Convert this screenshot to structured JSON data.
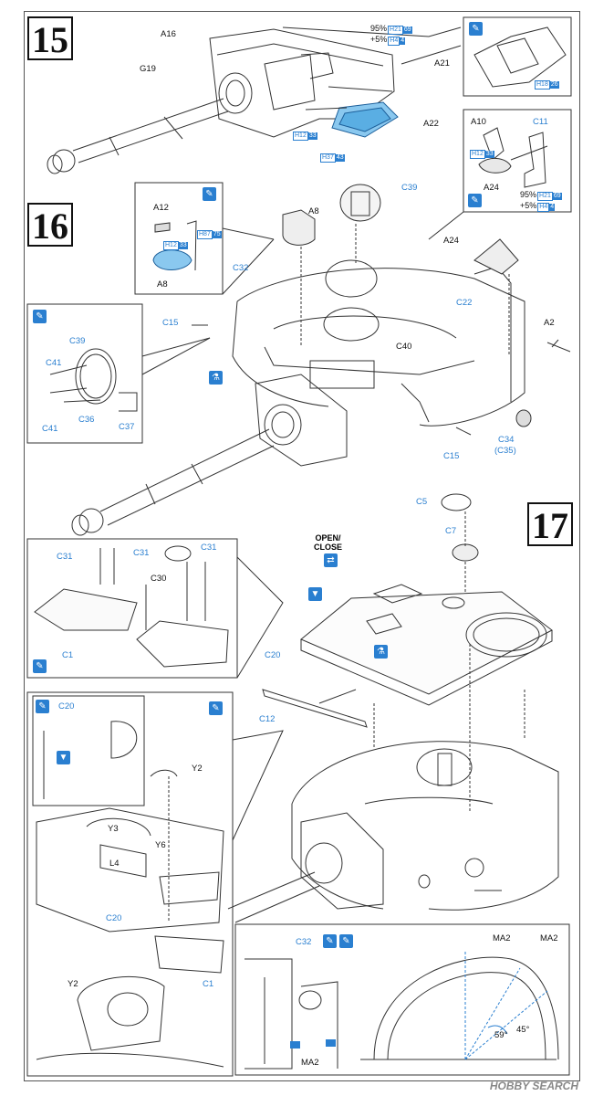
{
  "steps": [
    "15",
    "16",
    "17"
  ],
  "labels": {
    "a16": "A16",
    "g19": "G19",
    "a21": "A21",
    "a22": "A22",
    "a10": "A10",
    "c11": "C11",
    "a24_top": "A24",
    "a12": "A12",
    "a8_inset": "A8",
    "a8": "A8",
    "c39": "C39",
    "c32": "C32",
    "c15_top": "C15",
    "c22": "C22",
    "a24": "A24",
    "a2": "A2",
    "c40": "C40",
    "c39_inset": "C39",
    "c41_a": "C41",
    "c41_b": "C41",
    "c36": "C36",
    "c37": "C37",
    "c34": "C34",
    "c35": "(C35)",
    "c15_bottom": "C15",
    "c5": "C5",
    "c7": "C7",
    "open_close": "OPEN/\nCLOSE",
    "c31_a": "C31",
    "c31_b": "C31",
    "c31_c": "C31",
    "c30": "C30",
    "c1_top": "C1",
    "c20": "C20",
    "c12": "C12",
    "c20_inset": "C20",
    "y2_top": "Y2",
    "y3": "Y3",
    "y6": "Y6",
    "l4": "L4",
    "c20_low": "C20",
    "c1_low": "C1",
    "y2_low": "Y2",
    "c32_low": "C32",
    "ma2_left": "MA2",
    "ma2_top1": "MA2",
    "ma2_top2": "MA2",
    "angle_59": "59°",
    "angle_45": "45°"
  },
  "paint_notes": {
    "top_pct1": "95%",
    "top_pct2": "+5%",
    "c11_pct1": "95%",
    "c11_pct2": "+5%"
  },
  "paint_codes": {
    "h21": "H21",
    "n21": "69",
    "h4": "H4",
    "n4": "4",
    "h12": "H12",
    "n33": "33",
    "h37": "H37",
    "n43": "43",
    "h18": "H18",
    "n26": "26",
    "h87": "H87",
    "n75": "75"
  },
  "watermark": "HOBBY SEARCH",
  "colors": {
    "accent": "#2a7fd0",
    "highlight_fill": "#8ac8ef",
    "line": "#333333"
  }
}
